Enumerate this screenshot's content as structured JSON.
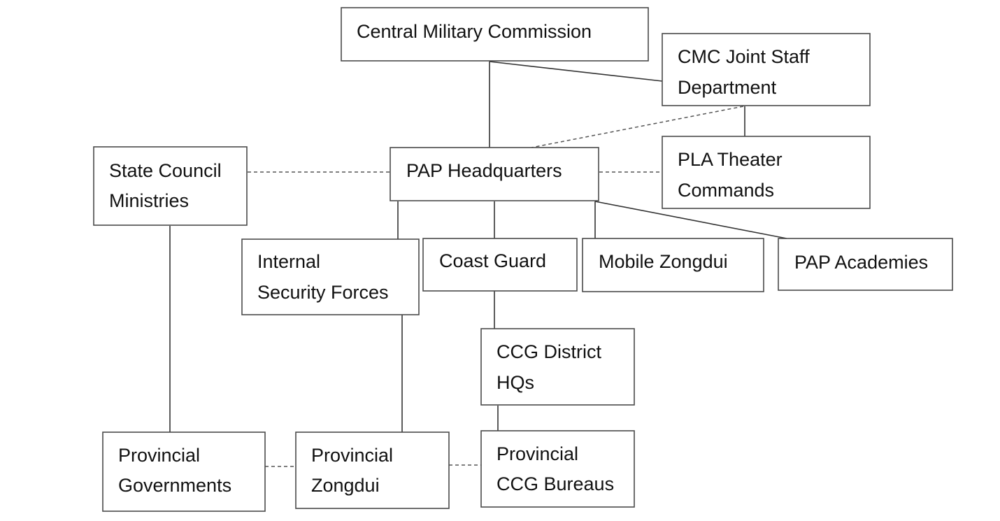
{
  "diagram": {
    "nodes": {
      "cmc": {
        "lines": [
          "Central Military Commission"
        ]
      },
      "jsd": {
        "lines": [
          "CMC Joint Staff",
          "Department"
        ]
      },
      "state": {
        "lines": [
          "State Council",
          "Ministries"
        ]
      },
      "paphq": {
        "lines": [
          "PAP Headquarters"
        ]
      },
      "pla": {
        "lines": [
          "PLA Theater",
          "Commands"
        ]
      },
      "isf": {
        "lines": [
          "Internal",
          "Security Forces"
        ]
      },
      "coast": {
        "lines": [
          "Coast Guard"
        ]
      },
      "mobile": {
        "lines": [
          "Mobile Zongdui"
        ]
      },
      "academies": {
        "lines": [
          "PAP Academies"
        ]
      },
      "ccgdist": {
        "lines": [
          "CCG District",
          "HQs"
        ]
      },
      "provgov": {
        "lines": [
          "Provincial",
          "Governments"
        ]
      },
      "provzong": {
        "lines": [
          "Provincial",
          "Zongdui"
        ]
      },
      "provccg": {
        "lines": [
          "Provincial",
          "CCG Bureaus"
        ]
      }
    },
    "edges": [
      {
        "from": "cmc",
        "to": "jsd",
        "style": "solid"
      },
      {
        "from": "cmc",
        "to": "paphq",
        "style": "solid"
      },
      {
        "from": "jsd",
        "to": "paphq",
        "style": "dashed"
      },
      {
        "from": "jsd",
        "to": "pla",
        "style": "solid"
      },
      {
        "from": "state",
        "to": "paphq",
        "style": "dashed"
      },
      {
        "from": "paphq",
        "to": "pla",
        "style": "dashed"
      },
      {
        "from": "paphq",
        "to": "isf",
        "style": "solid"
      },
      {
        "from": "paphq",
        "to": "coast",
        "style": "solid"
      },
      {
        "from": "paphq",
        "to": "mobile",
        "style": "solid"
      },
      {
        "from": "paphq",
        "to": "academies",
        "style": "solid"
      },
      {
        "from": "coast",
        "to": "ccgdist",
        "style": "solid"
      },
      {
        "from": "ccgdist",
        "to": "provccg",
        "style": "solid"
      },
      {
        "from": "state",
        "to": "provgov",
        "style": "solid"
      },
      {
        "from": "isf",
        "to": "provzong",
        "style": "solid"
      },
      {
        "from": "provgov",
        "to": "provzong",
        "style": "dashed"
      },
      {
        "from": "provzong",
        "to": "provccg",
        "style": "dashed"
      }
    ]
  }
}
